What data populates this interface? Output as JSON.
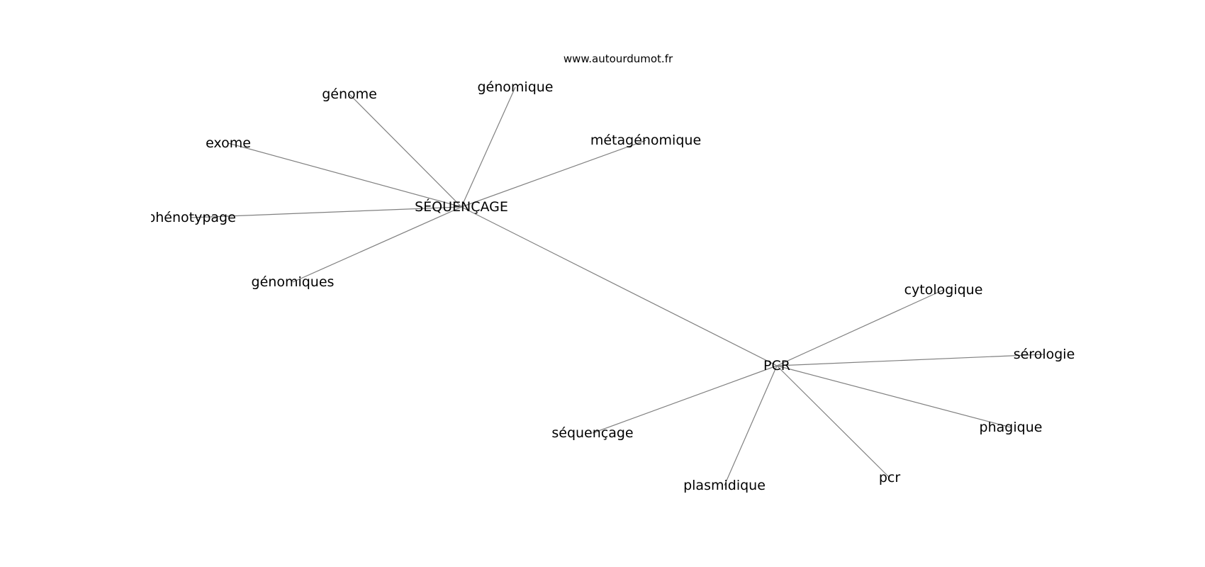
{
  "watermark": "www.autourdumot.fr",
  "diagram": {
    "nodes": [
      {
        "id": "sequencage_hub",
        "label": "SÉQUENÇAGE"
      },
      {
        "id": "genome",
        "label": "génome"
      },
      {
        "id": "genomique",
        "label": "génomique"
      },
      {
        "id": "metagenomique",
        "label": "métagénomique"
      },
      {
        "id": "exome",
        "label": "exome"
      },
      {
        "id": "phenotypage",
        "label": "phénotypage"
      },
      {
        "id": "genomiques",
        "label": "génomiques"
      },
      {
        "id": "pcr_hub",
        "label": "PCR"
      },
      {
        "id": "cytologique",
        "label": "cytologique"
      },
      {
        "id": "serologie",
        "label": "sérologie"
      },
      {
        "id": "phagique",
        "label": "phagique"
      },
      {
        "id": "pcr",
        "label": "pcr"
      },
      {
        "id": "plasmidique",
        "label": "plasmidique"
      },
      {
        "id": "sequencage",
        "label": "séquençage"
      }
    ],
    "edges": [
      {
        "from": "sequencage_hub",
        "to": "genome"
      },
      {
        "from": "sequencage_hub",
        "to": "genomique"
      },
      {
        "from": "sequencage_hub",
        "to": "metagenomique"
      },
      {
        "from": "sequencage_hub",
        "to": "exome"
      },
      {
        "from": "sequencage_hub",
        "to": "phenotypage"
      },
      {
        "from": "sequencage_hub",
        "to": "genomiques"
      },
      {
        "from": "sequencage_hub",
        "to": "pcr_hub"
      },
      {
        "from": "pcr_hub",
        "to": "cytologique"
      },
      {
        "from": "pcr_hub",
        "to": "serologie"
      },
      {
        "from": "pcr_hub",
        "to": "phagique"
      },
      {
        "from": "pcr_hub",
        "to": "pcr"
      },
      {
        "from": "pcr_hub",
        "to": "plasmidique"
      },
      {
        "from": "pcr_hub",
        "to": "sequencage"
      }
    ]
  }
}
